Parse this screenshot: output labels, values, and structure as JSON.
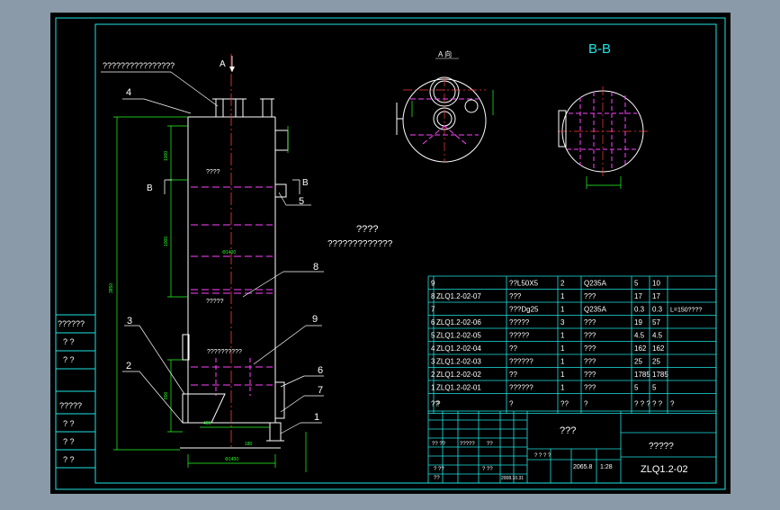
{
  "view_labels": {
    "section_bb": "B-B",
    "view_a": "A 向",
    "arrow_a": "A",
    "arrow_b_left": "B",
    "arrow_b_right": "B"
  },
  "callouts": {
    "top_note": "????????????????",
    "n4": "4",
    "n5": "5",
    "n8": "8",
    "n3": "3",
    "n9": "9",
    "n2": "2",
    "n6": "6",
    "n7": "7",
    "n1": "1"
  },
  "inner_labels": {
    "label_a": "????",
    "label_b": "?????",
    "label_c": "??????????",
    "center_dim": "Φ1400"
  },
  "tech_req": {
    "title": "????",
    "line": "?????????????"
  },
  "left_panel": [
    "??????",
    "?   ?",
    "?   ?",
    "?????",
    "?   ?",
    "?   ?",
    "?   ?"
  ],
  "bom": {
    "rows": [
      {
        "no": "9",
        "code": "",
        "name": "??L50X5",
        "qty": "2",
        "mat": "Q235A",
        "w1": "5",
        "w2": "10",
        "note": ""
      },
      {
        "no": "8",
        "code": "ZLQ1.2-02-07",
        "name": "???",
        "qty": "1",
        "mat": "???",
        "w1": "17",
        "w2": "17",
        "note": ""
      },
      {
        "no": "7",
        "code": "",
        "name": "???Dg25",
        "qty": "1",
        "mat": "Q235A",
        "w1": "0.3",
        "w2": "0.3",
        "note": "L=150????"
      },
      {
        "no": "6",
        "code": "ZLQ1.2-02-06",
        "name": "?????",
        "qty": "3",
        "mat": "???",
        "w1": "19",
        "w2": "57",
        "note": ""
      },
      {
        "no": "5",
        "code": "ZLQ1.2-02-05",
        "name": "?????",
        "qty": "1",
        "mat": "???",
        "w1": "4.5",
        "w2": "4.5",
        "note": ""
      },
      {
        "no": "4",
        "code": "ZLQ1.2-02-04",
        "name": "??",
        "qty": "1",
        "mat": "???",
        "w1": "162",
        "w2": "162",
        "note": ""
      },
      {
        "no": "3",
        "code": "ZLQ1.2-02-03",
        "name": "??????",
        "qty": "1",
        "mat": "???",
        "w1": "25",
        "w2": "25",
        "note": ""
      },
      {
        "no": "2",
        "code": "ZLQ1.2-02-02",
        "name": "??",
        "qty": "1",
        "mat": "???",
        "w1": "1785",
        "w2": "1785",
        "note": ""
      },
      {
        "no": "1",
        "code": "ZLQ1.2-02-01",
        "name": "??????",
        "qty": "1",
        "mat": "???",
        "w1": "5",
        "w2": "5",
        "note": ""
      }
    ],
    "header": {
      "no": "??",
      "code": "?",
      "name": "?",
      "qty": "??",
      "mat": "?",
      "w1": "? ? ?",
      "w2": "? ?",
      "note": "?"
    }
  },
  "title_block": {
    "name": "???",
    "company": "?????",
    "drawing_no": "ZLQ1.2-02",
    "scale": "1:28",
    "weight": "2065.8",
    "cell_a": "?? ??",
    "cell_b": "?????",
    "cell_c": "??",
    "cell_d": "? ? ? ?",
    "cell_e": "? ??",
    "cell_f": "? ??",
    "cell_g": "??",
    "cell_h": "2008.10.31"
  },
  "colors": {
    "background": "#000000",
    "frame": "#21e3e3",
    "outline": "#ffffff",
    "hidden_line": "#ff44ff",
    "dimension": "#26ff26",
    "center_line": "#ff3b3b"
  }
}
